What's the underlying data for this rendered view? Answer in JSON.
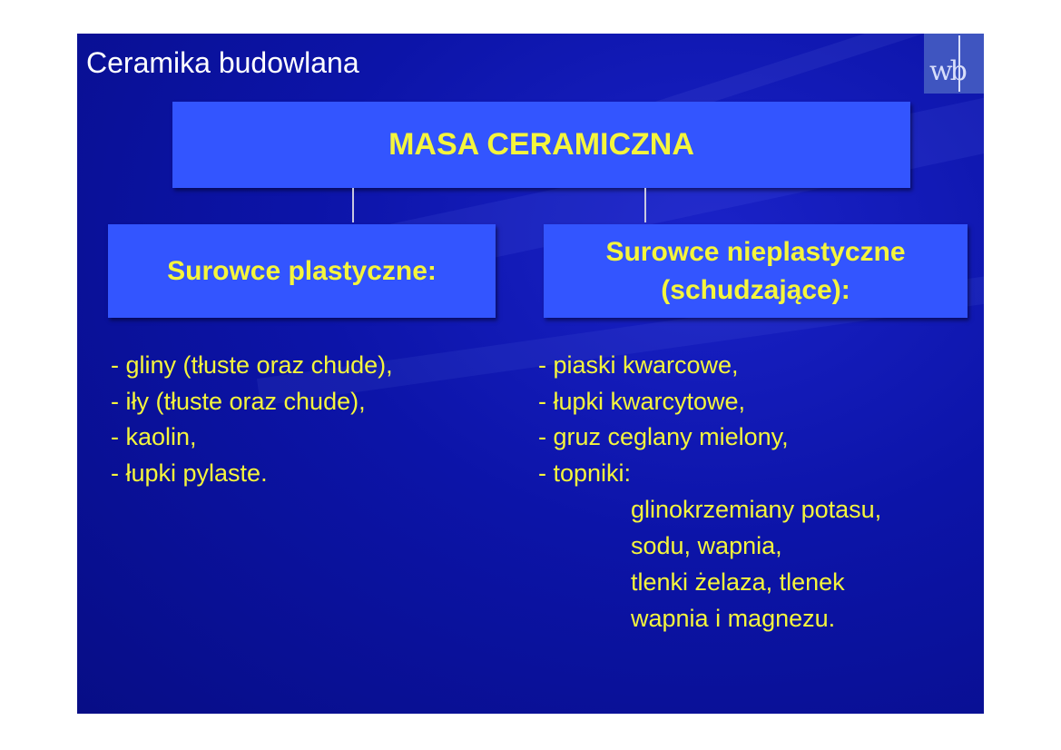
{
  "slide": {
    "title": "Ceramika budowlana",
    "logo_text": "wb",
    "main_box": "MASA CERAMICZNA",
    "left_box": "Surowce plastyczne:",
    "right_box_line1": "Surowce nieplastyczne",
    "right_box_line2": "(schudzające):",
    "left_items": [
      "- gliny (tłuste oraz chude),",
      "- iły (tłuste oraz chude),",
      "- kaolin,",
      "- łupki pylaste."
    ],
    "right_items": [
      "- piaski kwarcowe,",
      "- łupki kwarcytowe,",
      "- gruz ceglany mielony,",
      "- topniki:"
    ],
    "topniki_sub": [
      "glinokrzemiany potasu,",
      "sodu, wapnia,",
      "tlenki  żelaza, tlenek",
      "wapnia i magnezu."
    ],
    "colors": {
      "background": "#0c14a8",
      "box": "#3355ff",
      "text_accent": "#f5f53c",
      "title": "#ffffff"
    }
  }
}
